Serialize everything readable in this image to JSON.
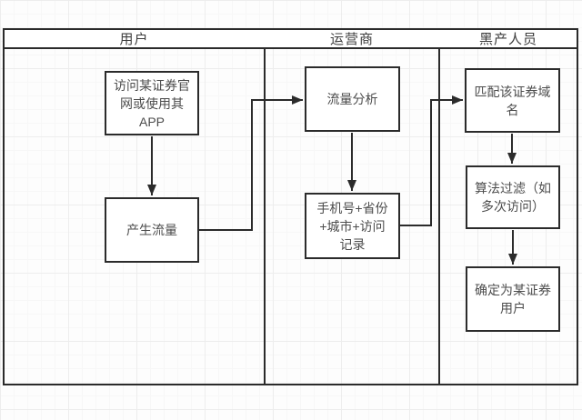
{
  "diagram": {
    "type": "flowchart-swimlane",
    "colors": {
      "line": "#2b2b2b",
      "text": "#4a4a4a",
      "lane_fill": "#ffffff",
      "canvas_grid": "#ededed"
    },
    "lanes": [
      {
        "id": "user",
        "label": "用户"
      },
      {
        "id": "operator",
        "label": "运营商"
      },
      {
        "id": "black-producer",
        "label": "黑产人员"
      }
    ],
    "nodes": [
      {
        "id": "visit",
        "lane": "用户",
        "label": "访问某证券官\n网或使用其\nAPP"
      },
      {
        "id": "traffic",
        "lane": "用户",
        "label": "产生流量"
      },
      {
        "id": "analysis",
        "lane": "运营商",
        "label": "流量分析"
      },
      {
        "id": "record",
        "lane": "运营商",
        "label": "手机号+省份\n+城市+访问\n记录"
      },
      {
        "id": "match",
        "lane": "黑产人员",
        "label": "匹配该证券域\n名"
      },
      {
        "id": "filter",
        "lane": "黑产人员",
        "label": "算法过滤（如\n多次访问）"
      },
      {
        "id": "confirm",
        "lane": "黑产人员",
        "label": "确定为某证券\n用户"
      }
    ],
    "edges": [
      {
        "from": "visit",
        "to": "traffic"
      },
      {
        "from": "traffic",
        "to": "analysis"
      },
      {
        "from": "analysis",
        "to": "record"
      },
      {
        "from": "record",
        "to": "match"
      },
      {
        "from": "match",
        "to": "filter"
      },
      {
        "from": "filter",
        "to": "confirm"
      }
    ]
  }
}
